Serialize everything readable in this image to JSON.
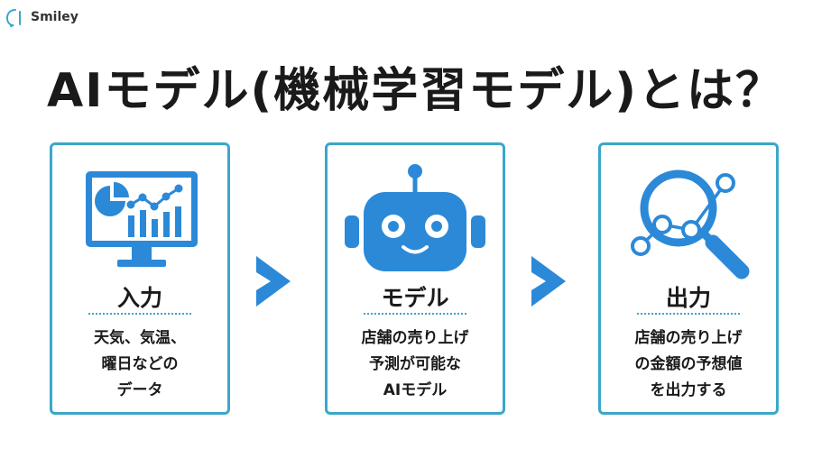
{
  "logo": {
    "text": "Smiley"
  },
  "title": "AIモデル(機械学習モデル)とは？",
  "colors": {
    "accent": "#3aa7c9",
    "icon_blue": "#2b89d8",
    "arrow": "#2b89d8"
  },
  "cards": [
    {
      "icon": "monitor-chart-icon",
      "label": "入力",
      "desc": [
        "天気、気温、",
        "曜日などの",
        "データ"
      ]
    },
    {
      "icon": "robot-icon",
      "label": "モデル",
      "desc": [
        "店舗の売り上げ",
        "予測が可能な",
        "AIモデル"
      ]
    },
    {
      "icon": "analytics-magnifier-icon",
      "label": "出力",
      "desc": [
        "店舗の売り上げ",
        "の金額の予想値",
        "を出力する"
      ]
    }
  ]
}
